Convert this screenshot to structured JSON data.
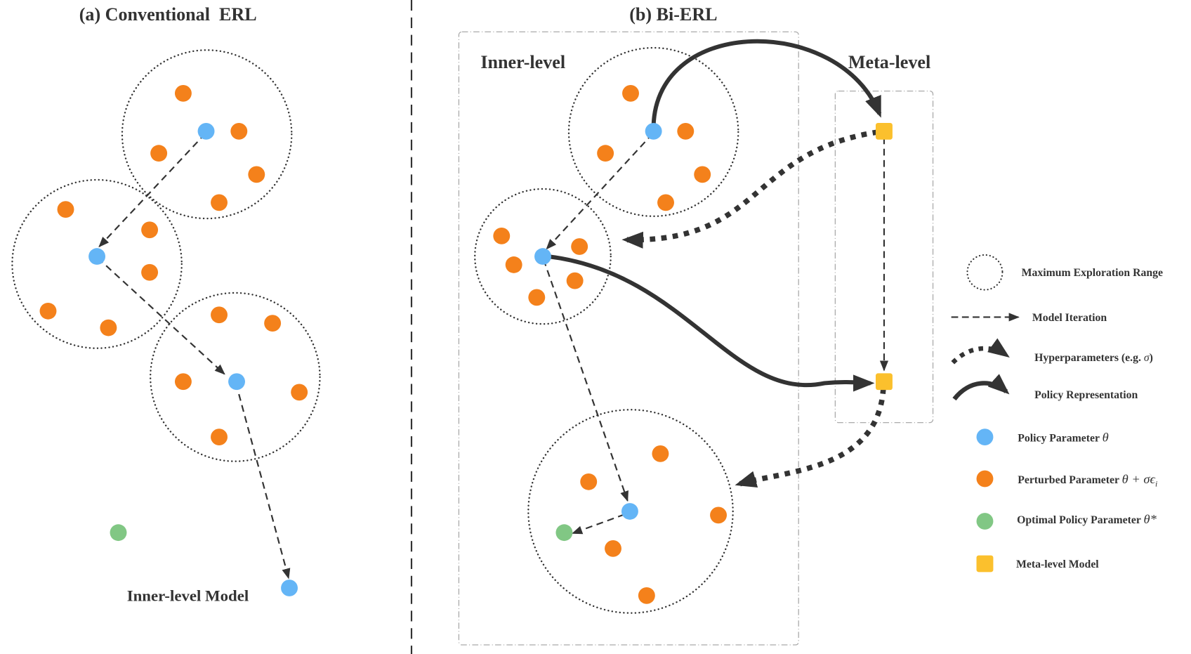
{
  "panel_a": {
    "title": "(a) Conventional  ERL",
    "caption": "Inner-level Model"
  },
  "panel_b": {
    "title": "(b) Bi-ERL",
    "inner_label": "Inner-level",
    "meta_label": "Meta-level"
  },
  "colors": {
    "policy": "#64b5f6",
    "perturbed": "#f4811b",
    "optimal": "#81c784",
    "meta": "#fbc02d",
    "ink": "#333333",
    "frame": "#aaaaaa"
  },
  "legend": [
    {
      "icon": "dotted-circle-icon",
      "label": "Maximum Exploration Range",
      "math": ""
    },
    {
      "icon": "dashed-arrow-icon",
      "label": "Model Iteration",
      "math": ""
    },
    {
      "icon": "dotted-thick-arrow-icon",
      "label": "Hyperparameters (e.g. ",
      "math": "σ",
      "suffix": ")"
    },
    {
      "icon": "solid-curved-arrow-icon",
      "label": "Policy Representation",
      "math": ""
    },
    {
      "icon": "blue-dot-icon",
      "label": "Policy Parameter ",
      "math": "θ"
    },
    {
      "icon": "orange-dot-icon",
      "label": "Perturbed Parameter ",
      "math": "θ + σϵ",
      "sub": "i"
    },
    {
      "icon": "green-dot-icon",
      "label": "Optimal Policy Parameter ",
      "math": "θ*"
    },
    {
      "icon": "yellow-square-icon",
      "label": "Meta-level Model",
      "math": ""
    }
  ]
}
